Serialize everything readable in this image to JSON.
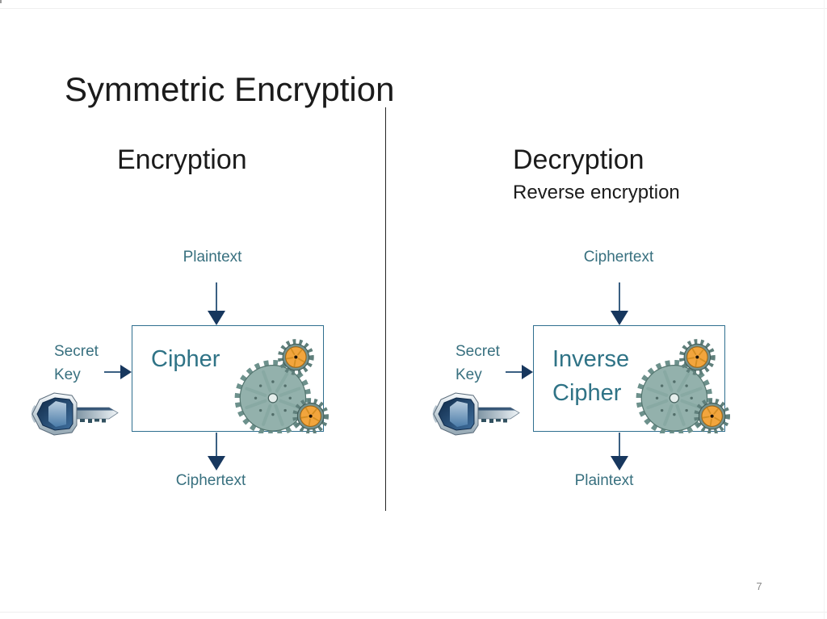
{
  "slide": {
    "title": "Symmetric Encryption",
    "page_number": "7"
  },
  "colors": {
    "accent_teal_text": "#38707f",
    "box_label_teal": "#2f7386",
    "arrow_head_navy": "#17375e",
    "arrow_shaft_steel": "#3a5f82",
    "box_border_blue": "#2f6f8f",
    "gear_body_teal": "#93b1ac",
    "gear_orange": "#f2a53d",
    "divider_black": "#262626",
    "heading_black": "#1b1b1b",
    "page_number_gray": "#8a8a8a"
  },
  "icons": {
    "key": "key-icon",
    "gears": "gears-icon",
    "arrow_down": "arrow-down-icon",
    "arrow_right": "arrow-right-icon"
  },
  "encryption_panel": {
    "heading": "Encryption",
    "input_label": "Plaintext",
    "key_label": "Secret Key",
    "box_label": "Cipher",
    "output_label": "Ciphertext"
  },
  "decryption_panel": {
    "heading": "Decryption",
    "subheading": "Reverse encryption",
    "input_label": "Ciphertext",
    "key_label": "Secret Key",
    "box_label": "Inverse Cipher",
    "output_label": "Plaintext"
  }
}
